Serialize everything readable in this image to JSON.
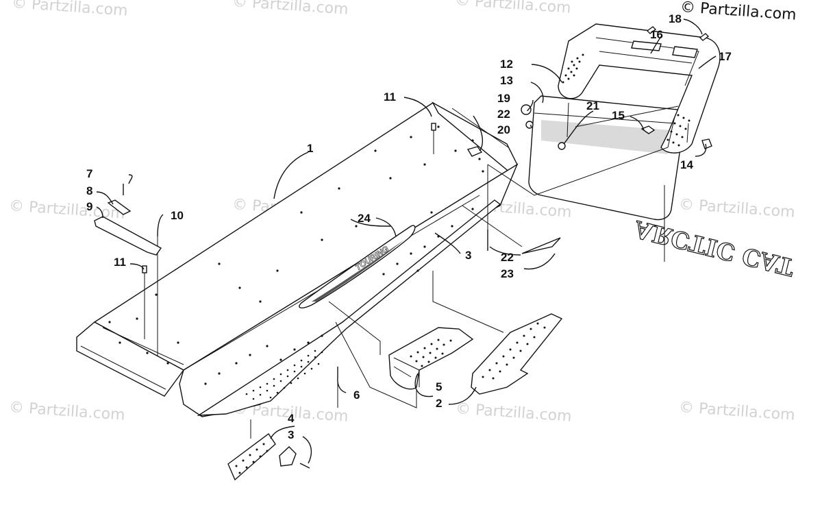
{
  "watermark": {
    "text": "© Partzilla.com"
  },
  "copyright": {
    "text": "© Partzilla.com"
  },
  "decal": {
    "brand": "ARCTIC CAT",
    "model": "TOURING"
  },
  "callouts": [
    {
      "id": "c1",
      "label": "1"
    },
    {
      "id": "c2",
      "label": "2"
    },
    {
      "id": "c3a",
      "label": "3"
    },
    {
      "id": "c3b",
      "label": "3"
    },
    {
      "id": "c4",
      "label": "4"
    },
    {
      "id": "c5",
      "label": "5"
    },
    {
      "id": "c6",
      "label": "6"
    },
    {
      "id": "c7",
      "label": "7"
    },
    {
      "id": "c8",
      "label": "8"
    },
    {
      "id": "c9",
      "label": "9"
    },
    {
      "id": "c10",
      "label": "10"
    },
    {
      "id": "c11a",
      "label": "11"
    },
    {
      "id": "c11b",
      "label": "11"
    },
    {
      "id": "c12",
      "label": "12"
    },
    {
      "id": "c13",
      "label": "13"
    },
    {
      "id": "c14",
      "label": "14"
    },
    {
      "id": "c15",
      "label": "15"
    },
    {
      "id": "c16",
      "label": "16"
    },
    {
      "id": "c17",
      "label": "17"
    },
    {
      "id": "c18",
      "label": "18"
    },
    {
      "id": "c19",
      "label": "19"
    },
    {
      "id": "c20",
      "label": "20"
    },
    {
      "id": "c21",
      "label": "21"
    },
    {
      "id": "c22a",
      "label": "22"
    },
    {
      "id": "c22b",
      "label": "22"
    },
    {
      "id": "c23",
      "label": "23"
    },
    {
      "id": "c24",
      "label": "24"
    }
  ]
}
